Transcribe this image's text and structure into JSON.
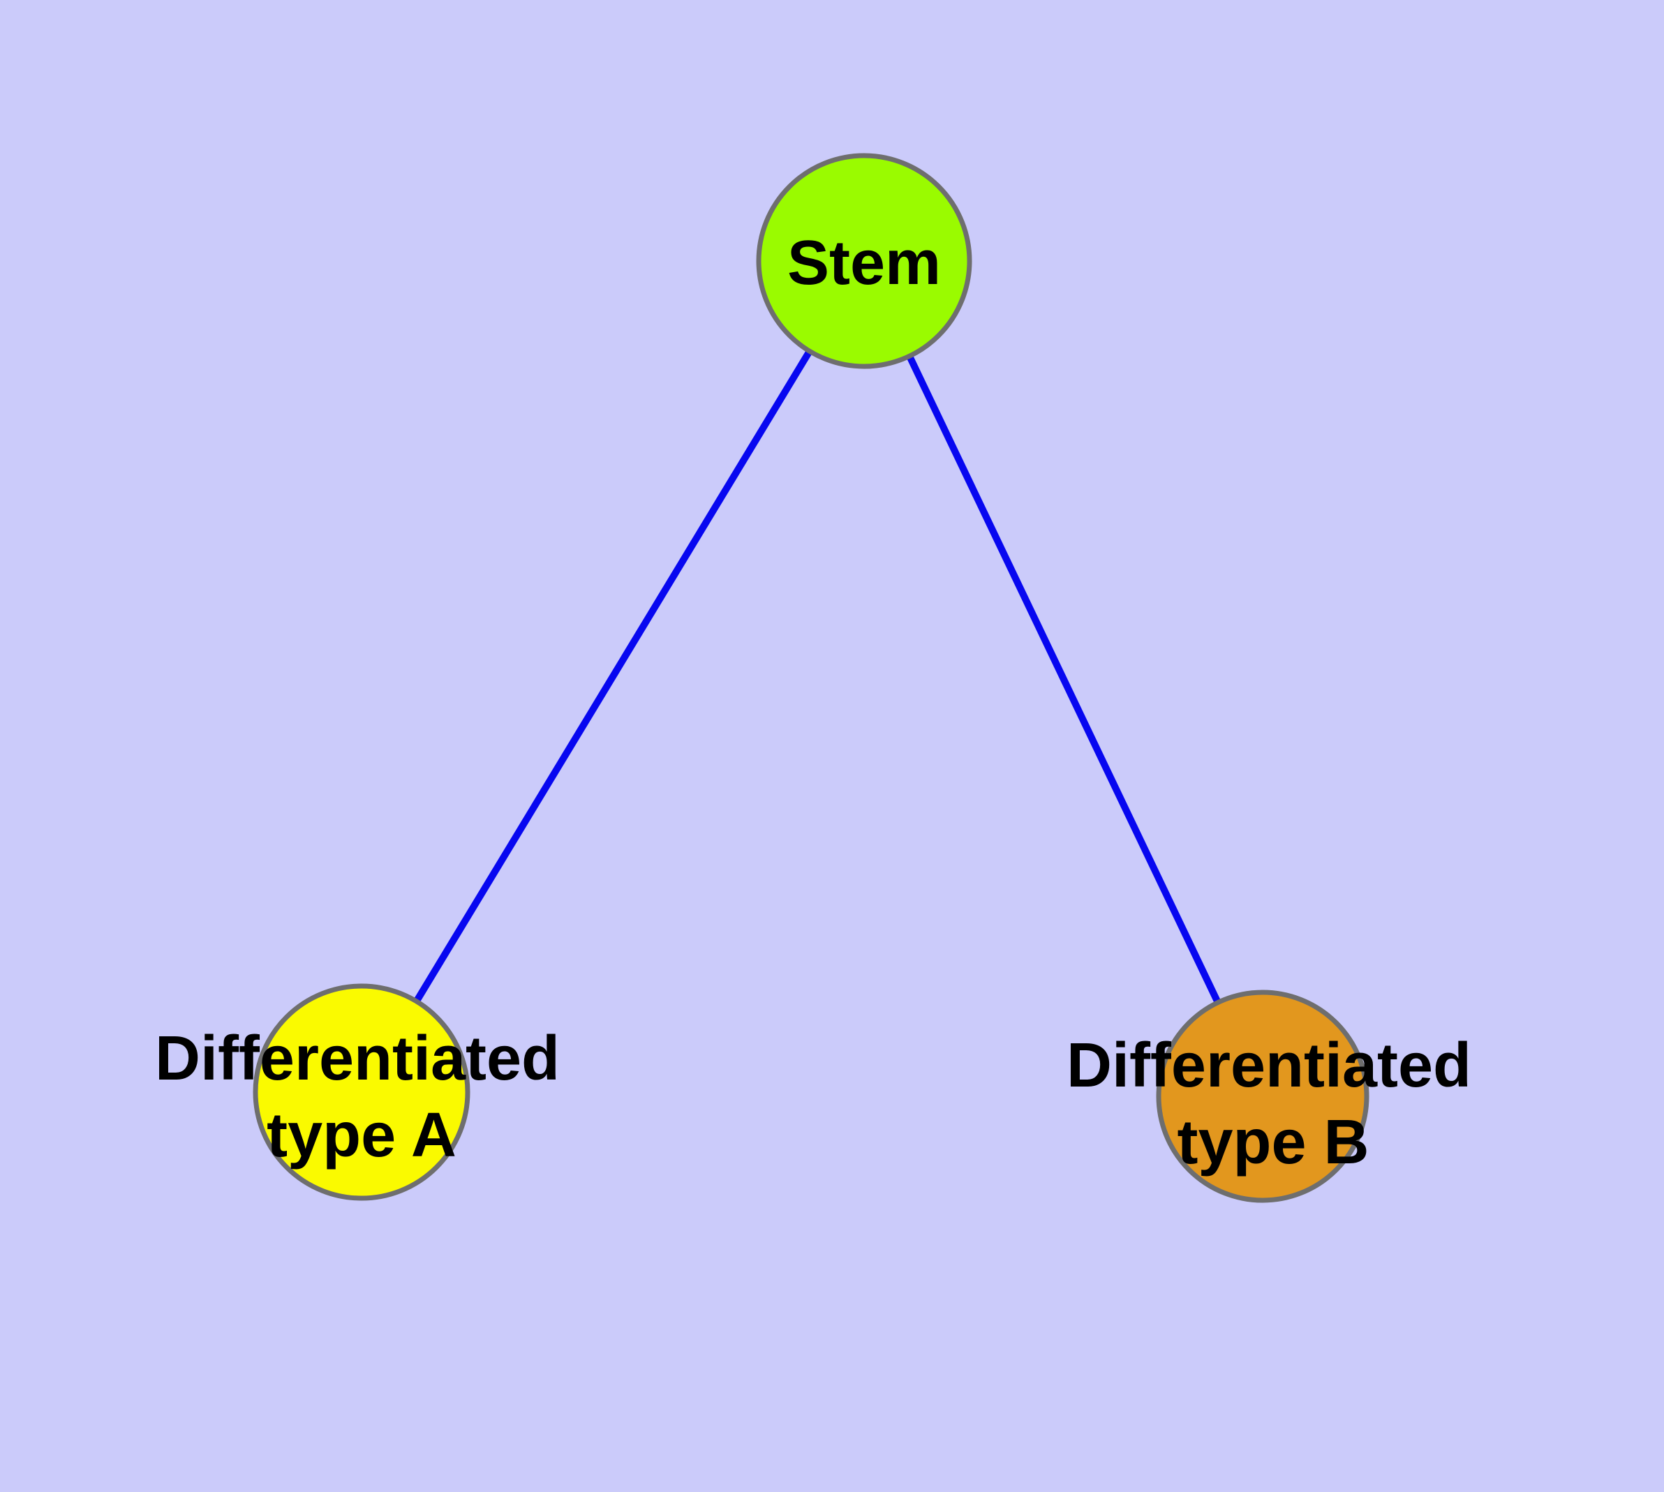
{
  "diagram": {
    "background_color": "#CBCBFA",
    "edge_color": "#0707F0",
    "node_border_color": "#6E6E6E",
    "label_color": "#000000",
    "nodes": [
      {
        "id": "stem",
        "label": "Stem",
        "label_lines": [
          "Stem"
        ],
        "fill": "#9AFB00"
      },
      {
        "id": "differentiated-type-a",
        "label": "Differentiated type A",
        "label_lines": [
          "Differentiated",
          "type A"
        ],
        "fill": "#FAFA00"
      },
      {
        "id": "differentiated-type-b",
        "label": "Differentiated type B",
        "label_lines": [
          "Differentiated",
          "type B"
        ],
        "fill": "#E2971E"
      }
    ],
    "edges": [
      {
        "from": "Stem",
        "to": "Differentiated type A"
      },
      {
        "from": "Stem",
        "to": "Differentiated type B"
      }
    ]
  }
}
